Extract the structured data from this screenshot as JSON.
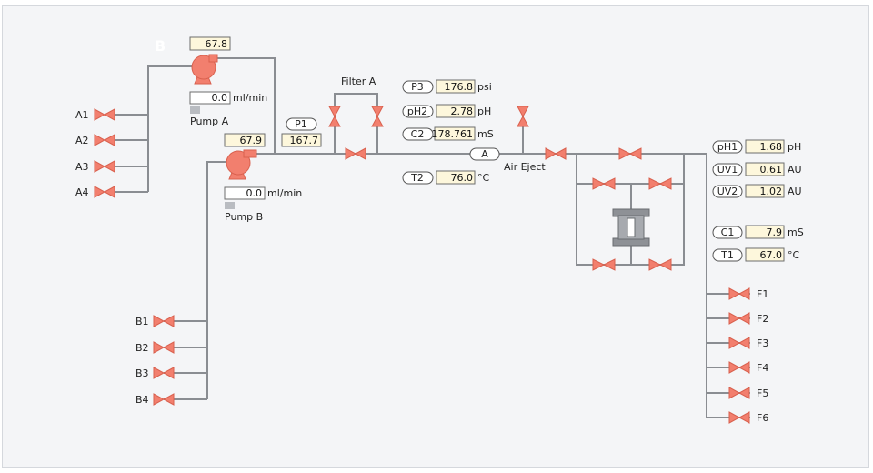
{
  "section_label": "B",
  "pump_a": {
    "setpoint": "67.8",
    "flow": "0.0",
    "flow_unit": "ml/min",
    "label": "Pump A"
  },
  "pump_b": {
    "setpoint": "67.9",
    "flow": "0.0",
    "flow_unit": "ml/min",
    "label": "Pump B"
  },
  "inlets_a": [
    "A1",
    "A2",
    "A3",
    "A4"
  ],
  "inlets_b": [
    "B1",
    "B2",
    "B3",
    "B4"
  ],
  "outlets": [
    "F1",
    "F2",
    "F3",
    "F4",
    "F5",
    "F6"
  ],
  "filter_label": "Filter A",
  "air_eject_label": "Air Eject",
  "air_sensor_label": "A",
  "sensors": {
    "p1": {
      "tag": "P1",
      "value": "167.7"
    },
    "p3": {
      "tag": "P3",
      "value": "176.8",
      "unit": "psi"
    },
    "ph2": {
      "tag": "pH2",
      "value": "2.78",
      "unit": "pH"
    },
    "c2": {
      "tag": "C2",
      "value": "178.761",
      "unit": "mS"
    },
    "t2": {
      "tag": "T2",
      "value": "76.0",
      "unit": "°C"
    },
    "ph1": {
      "tag": "pH1",
      "value": "1.68",
      "unit": "pH"
    },
    "uv1": {
      "tag": "UV1",
      "value": "0.61",
      "unit": "AU"
    },
    "uv2": {
      "tag": "UV2",
      "value": "1.02",
      "unit": "AU"
    },
    "c1": {
      "tag": "C1",
      "value": "7.9",
      "unit": "mS"
    },
    "t1": {
      "tag": "T1",
      "value": "67.0",
      "unit": "°C"
    }
  },
  "colors": {
    "valve": "#f27f6e",
    "pipe": "#8a8d92",
    "value_box": "#fdf7dc"
  }
}
